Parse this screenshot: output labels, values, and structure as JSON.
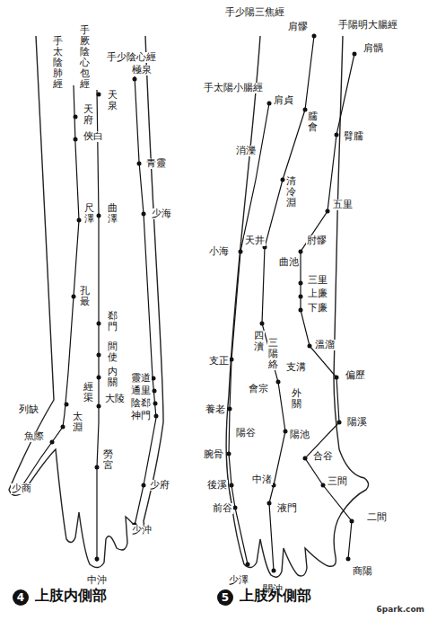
{
  "diagram": {
    "labels": [
      "手太陰肺經",
      "手厥陰心包經",
      "手少陰心經",
      "極泉",
      "天泉",
      "天府",
      "俠白",
      "青靈",
      "尺澤",
      "曲澤",
      "少海",
      "孔最",
      "郄門",
      "間使",
      "内關",
      "大陵",
      "靈道",
      "通里",
      "陰郄",
      "神門",
      "列缺",
      "經渠",
      "太淵",
      "魚際",
      "勞宮",
      "少府",
      "少商",
      "少沖",
      "中沖",
      "4",
      "上肢内側部",
      "手少陽三焦經",
      "肩髎",
      "手陽明大腸經",
      "肩髃",
      "手太陽小腸經",
      "肩貞",
      "臑會",
      "臂臑",
      "消濼",
      "清冷淵",
      "五里",
      "天井",
      "肘髎",
      "小海",
      "曲池",
      "三里",
      "上廉",
      "下廉",
      "四瀆",
      "三陽絡",
      "溫溜",
      "支正",
      "支溝",
      "偏歷",
      "會宗",
      "外關",
      "養老",
      "陽溪",
      "陽谷",
      "陽池",
      "腕骨",
      "合谷",
      "後溪",
      "中渚",
      "三間",
      "前谷",
      "液門",
      "二間",
      "少澤",
      "關沖",
      "商陽",
      "5",
      "上肢外側部",
      "6park.com"
    ]
  }
}
